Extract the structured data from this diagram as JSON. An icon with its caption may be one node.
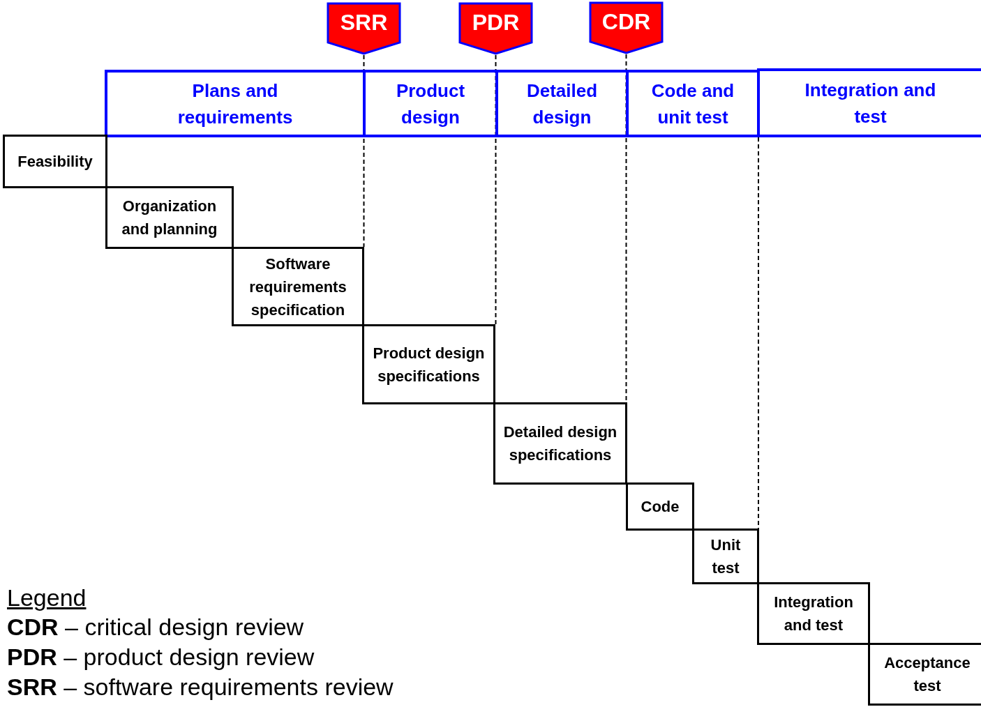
{
  "diagram": {
    "nodes": [
      {
        "text": [
          "SRR"
        ]
      },
      {
        "text": [
          "PDR"
        ]
      },
      {
        "text": [
          "CDR"
        ]
      },
      {
        "text": [
          "Plans and requirements"
        ]
      },
      {
        "text": [
          "Product design"
        ]
      },
      {
        "text": [
          "Detailed design"
        ]
      },
      {
        "text": [
          "Code and unit test"
        ]
      },
      {
        "text": [
          "Integration and test"
        ]
      },
      {
        "text": [
          "Feasibility"
        ]
      },
      {
        "text": [
          "Organization and planning"
        ]
      },
      {
        "text": [
          "Software requirements specification"
        ]
      },
      {
        "text": [
          "Product design specifications"
        ]
      },
      {
        "text": [
          "Detailed design specifications"
        ]
      },
      {
        "text": [
          "Code"
        ]
      },
      {
        "text": [
          "Unit test"
        ]
      },
      {
        "text": [
          "Integration and test"
        ]
      },
      {
        "text": [
          "Acceptance test"
        ]
      }
    ],
    "edges": [
      {
        "from": 0,
        "to": 10,
        "arrow": "none",
        "style": "dashed"
      },
      {
        "from": 1,
        "to": 11,
        "arrow": "none",
        "style": "dashed"
      },
      {
        "from": 2,
        "to": 12,
        "arrow": "none",
        "style": "dashed"
      },
      {
        "from": 6,
        "to": 14,
        "arrow": "none",
        "style": "dashed"
      }
    ],
    "labels": [
      "Legend"
    ],
    "legend": [
      {
        "text": "**CDR** – critical design review"
      },
      {
        "text": "**PDR** – product design review"
      },
      {
        "text": "**SRR** – software requirements review"
      }
    ]
  }
}
